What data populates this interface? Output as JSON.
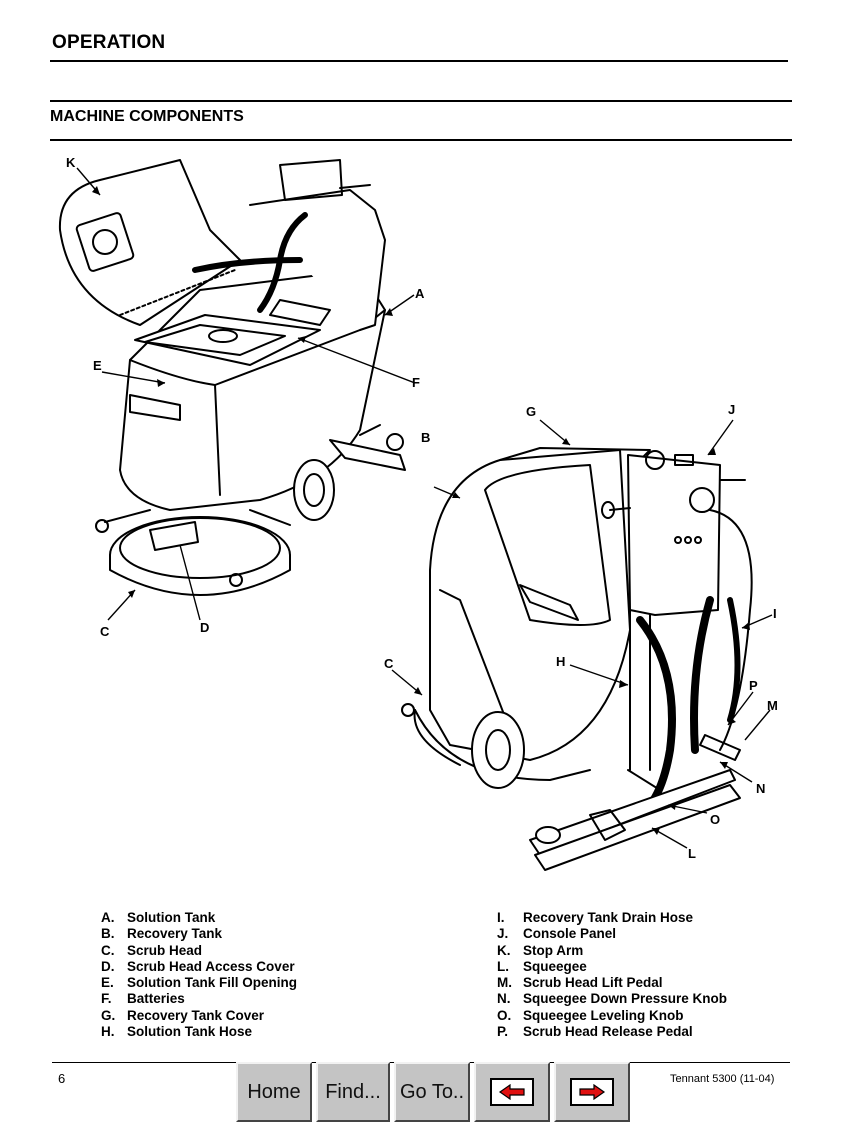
{
  "header": {
    "title": "OPERATION"
  },
  "section": {
    "title": "MACHINE COMPONENTS"
  },
  "callouts": [
    "A",
    "B",
    "C",
    "D",
    "E",
    "F",
    "G",
    "H",
    "I",
    "J",
    "K",
    "L",
    "M",
    "N",
    "O",
    "P"
  ],
  "legend_left": [
    {
      "key": "A.",
      "label": "Solution Tank"
    },
    {
      "key": "B.",
      "label": "Recovery Tank"
    },
    {
      "key": "C.",
      "label": "Scrub Head"
    },
    {
      "key": "D.",
      "label": "Scrub Head Access Cover"
    },
    {
      "key": "E.",
      "label": "Solution Tank Fill Opening"
    },
    {
      "key": "F.",
      "label": "Batteries"
    },
    {
      "key": "G.",
      "label": "Recovery Tank Cover"
    },
    {
      "key": "H.",
      "label": "Solution Tank Hose"
    }
  ],
  "legend_right": [
    {
      "key": "I.",
      "label": "Recovery Tank Drain Hose"
    },
    {
      "key": "J.",
      "label": "Console Panel"
    },
    {
      "key": "K.",
      "label": "Stop Arm"
    },
    {
      "key": "L.",
      "label": "Squeegee"
    },
    {
      "key": "M.",
      "label": "Scrub Head Lift Pedal"
    },
    {
      "key": "N.",
      "label": "Squeegee Down Pressure Knob"
    },
    {
      "key": "O.",
      "label": "Squeegee Leveling Knob"
    },
    {
      "key": "P.",
      "label": "Scrub Head Release Pedal"
    }
  ],
  "footer": {
    "page_number": "6",
    "doc_ref": "Tennant 5300  (11-04)"
  },
  "nav": {
    "home": "Home",
    "find": "Find...",
    "goto": "Go To..",
    "prev_icon": "left-arrow-icon",
    "next_icon": "right-arrow-icon",
    "arrow_color": "#e01010"
  }
}
